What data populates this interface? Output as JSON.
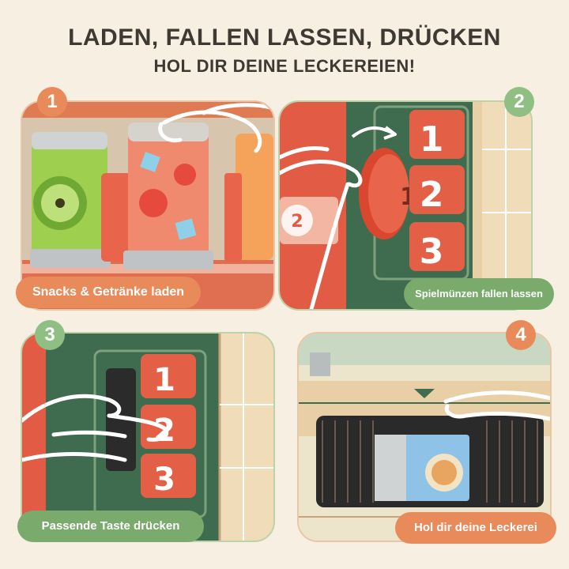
{
  "headline": {
    "title": "LADEN, FALLEN LASSEN, DRÜCKEN",
    "subtitle": "HOL DIR DEINE LECKEREIEN!"
  },
  "steps": [
    {
      "number": "1",
      "caption": "Snacks & Getränke laden"
    },
    {
      "number": "2",
      "caption": "Spielmünzen fallen lassen"
    },
    {
      "number": "3",
      "caption": "Passende Taste drücken"
    },
    {
      "number": "4",
      "caption": "Hol dir deine Leckerei"
    }
  ],
  "machine": {
    "buttons": [
      "1",
      "2",
      "3"
    ],
    "coin_label": "1",
    "slot_label": "2"
  },
  "colors": {
    "accent_orange": "#e88a5a",
    "accent_green": "#7aab6d",
    "machine_green": "#3f6b4f",
    "button_red": "#e35f45"
  }
}
